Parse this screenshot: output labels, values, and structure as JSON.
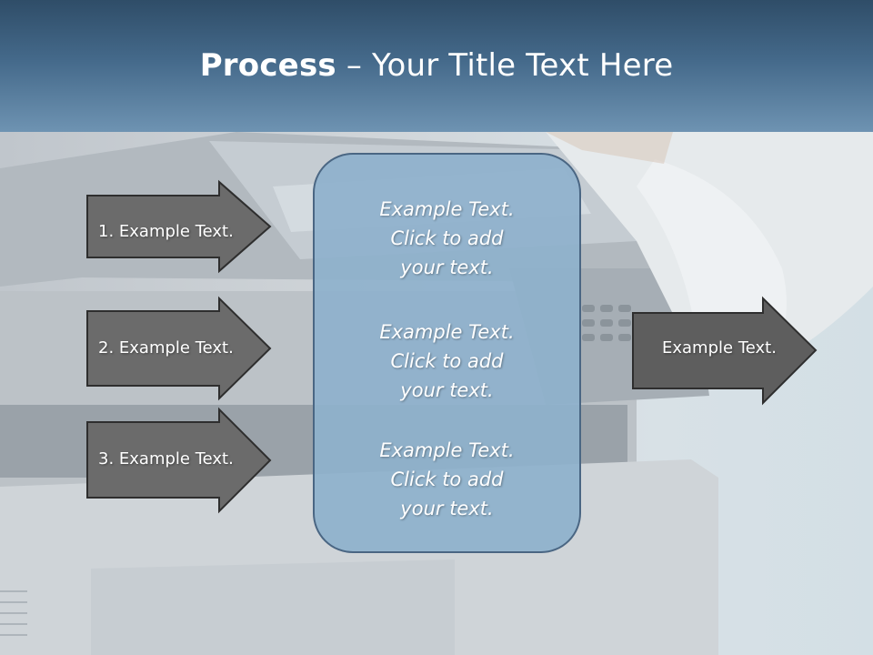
{
  "slide": {
    "title_bold": "Process",
    "title_rest": " – Your Title Text Here"
  },
  "left_steps": [
    {
      "label": "1. Example Text."
    },
    {
      "label": "2. Example Text."
    },
    {
      "label": "3. Example Text."
    }
  ],
  "center_box": {
    "blocks": [
      {
        "line1": "Example Text.",
        "line2": "Click  to add",
        "line3": "your text."
      },
      {
        "line1": "Example Text.",
        "line2": "Click  to add",
        "line3": "your text."
      },
      {
        "line1": "Example Text.",
        "line2": "Click  to add",
        "line3": "your text."
      }
    ]
  },
  "right_output": {
    "label": "Example Text."
  },
  "colors": {
    "arrow_fill": "#6b6b6b",
    "arrow_stroke": "#2e2e2e",
    "box_fill": "#8eb1cc",
    "box_stroke": "#4a6683",
    "title_bar": "#44698a"
  }
}
